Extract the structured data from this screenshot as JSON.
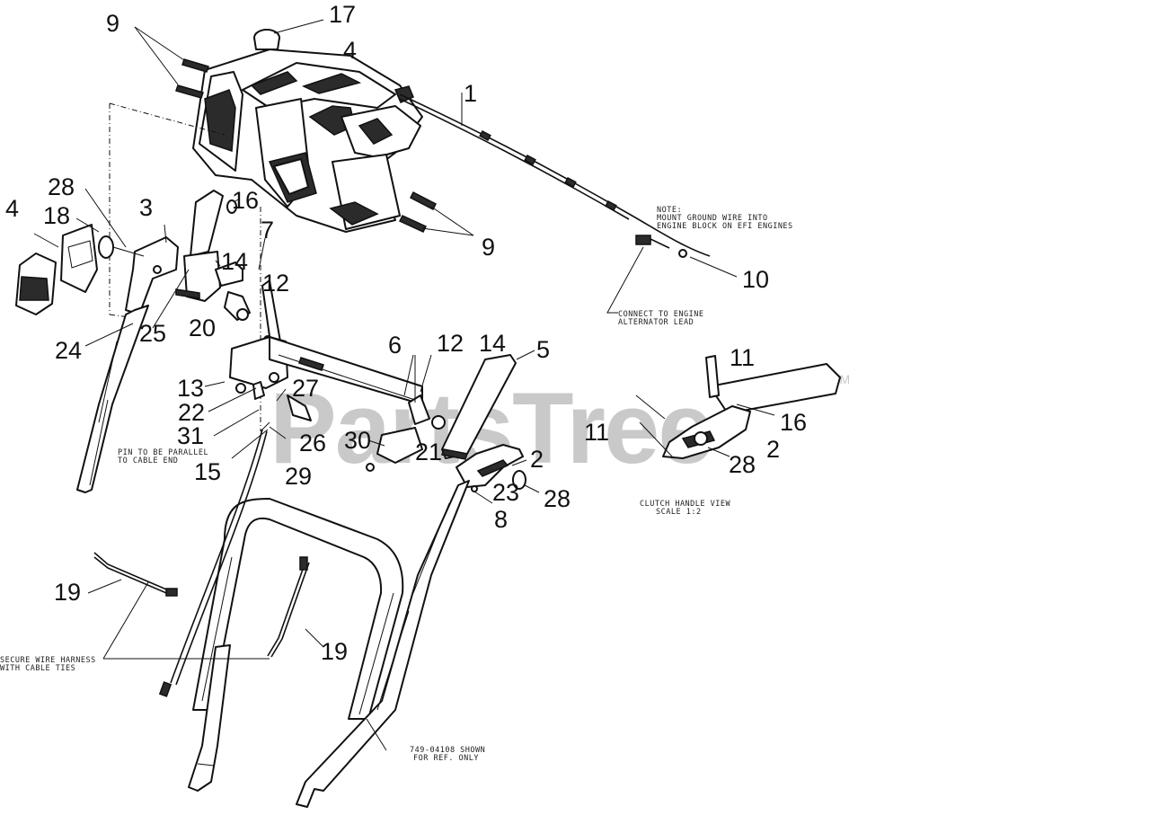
{
  "diagram": {
    "watermark": "PartsTree",
    "trademark": "TM",
    "callouts": {
      "c1": "1",
      "c2a": "2",
      "c2b": "2",
      "c3": "3",
      "c4a": "4",
      "c4b": "4",
      "c5": "5",
      "c6": "6",
      "c7": "7",
      "c8": "8",
      "c9a": "9",
      "c9b": "9",
      "c10": "10",
      "c11a": "11",
      "c11b": "11",
      "c12a": "12",
      "c12b": "12",
      "c13": "13",
      "c14a": "14",
      "c14b": "14",
      "c15": "15",
      "c16a": "16",
      "c16b": "16",
      "c17": "17",
      "c18": "18",
      "c19a": "19",
      "c19b": "19",
      "c20": "20",
      "c21": "21",
      "c22": "22",
      "c23": "23",
      "c24": "24",
      "c25": "25",
      "c26": "26",
      "c27": "27",
      "c28a": "28",
      "c28b": "28",
      "c28c": "28",
      "c29": "29",
      "c30": "30",
      "c31": "31"
    },
    "notes": {
      "engine_note_1": "NOTE:",
      "engine_note_2": "MOUNT GROUND WIRE INTO",
      "engine_note_3": "ENGINE BLOCK ON EFI ENGINES",
      "alternator_1": "CONNECT TO ENGINE",
      "alternator_2": "ALTERNATOR LEAD",
      "pin_1": "PIN TO BE PARALLEL",
      "pin_2": "TO CABLE END",
      "clutch_1": "CLUTCH HANDLE VIEW",
      "clutch_2": "SCALE 1:2",
      "harness_1": "SECURE WIRE HARNESS",
      "harness_2": "WITH CABLE TIES",
      "ref_1": "749-04108 SHOWN",
      "ref_2": "FOR REF. ONLY"
    }
  }
}
